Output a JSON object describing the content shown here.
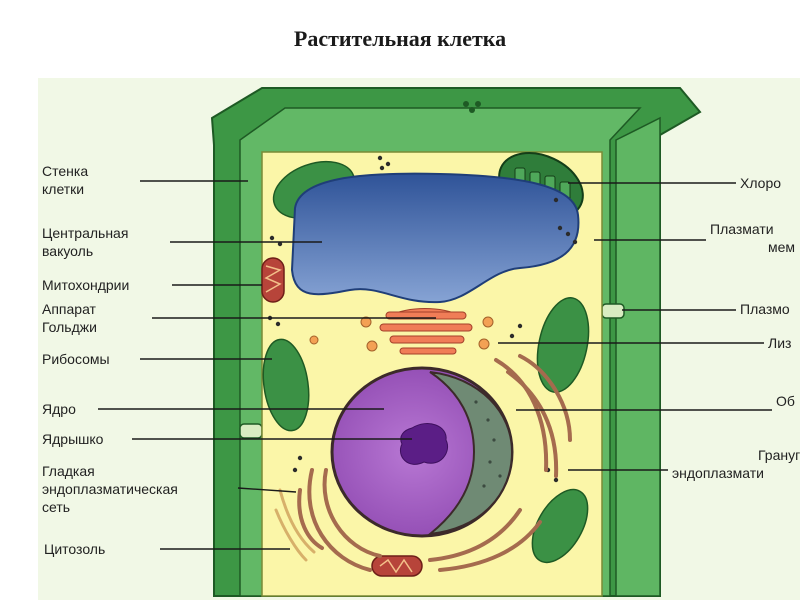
{
  "title": "Растительная клетка",
  "labels_left": [
    {
      "id": "wall",
      "line1": "Стенка",
      "line2": "клетки"
    },
    {
      "id": "vacuole",
      "line1": "Центральная",
      "line2": "вакуоль"
    },
    {
      "id": "mito",
      "line1": "Митохондрии",
      "line2": ""
    },
    {
      "id": "golgi",
      "line1": "Аппарат",
      "line2": "Гольджи"
    },
    {
      "id": "ribo",
      "line1": "Рибосомы",
      "line2": ""
    },
    {
      "id": "nucleus",
      "line1": "Ядро",
      "line2": ""
    },
    {
      "id": "nucleolus",
      "line1": "Ядрышко",
      "line2": ""
    },
    {
      "id": "ser",
      "line1": "Гладкая",
      "line2": "эндоплазматическая",
      "line3": "сеть"
    },
    {
      "id": "cytosol",
      "line1": "Цитозоль",
      "line2": ""
    }
  ],
  "labels_right": [
    {
      "id": "chloro",
      "line1": "Хлоро",
      "line2": ""
    },
    {
      "id": "plasma_membrane",
      "line1": "Плазмати",
      "line2": "мем"
    },
    {
      "id": "plasmodesma",
      "line1": "Плазмо",
      "line2": ""
    },
    {
      "id": "lyso",
      "line1": "Лиз",
      "line2": ""
    },
    {
      "id": "nuc_env",
      "line1": "Об",
      "line2": ""
    },
    {
      "id": "rer",
      "line1": "Грануг",
      "line2": "эндоплазмати"
    }
  ],
  "colors": {
    "wall": "#3f9a45",
    "cytoplasm": "#fbf6a8",
    "vacuole": "#5579b8",
    "nucleus": "#a65fc4",
    "chloroplast": "#3b9145",
    "mitochondria": "#b7443a"
  }
}
